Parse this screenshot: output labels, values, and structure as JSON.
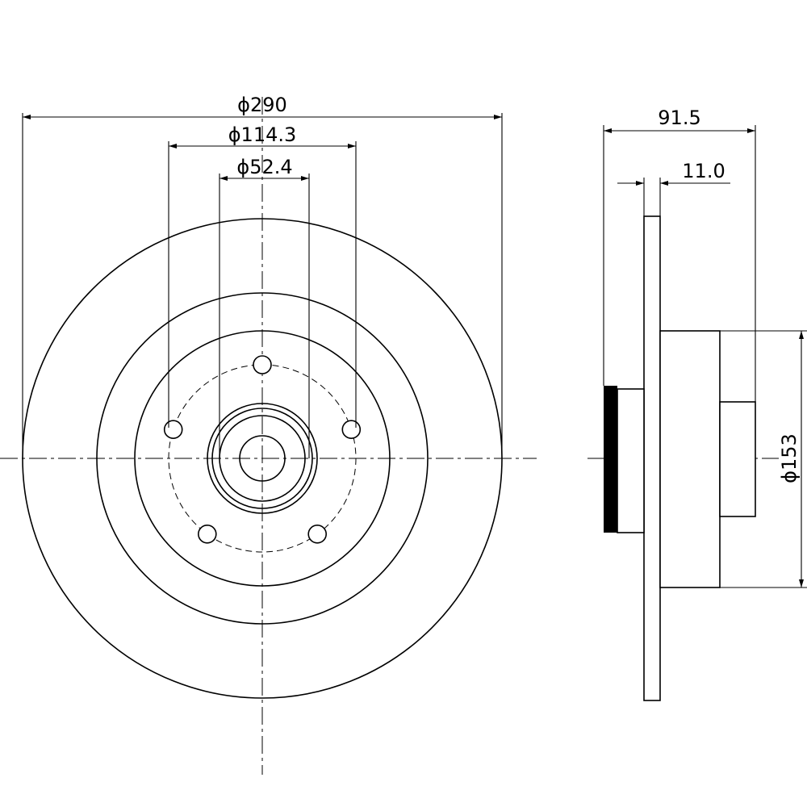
{
  "dimensions": {
    "outer_diameter": "ϕ290",
    "bolt_circle": "ϕ114.3",
    "center_bore": "ϕ52.4",
    "overall_height": "91.5",
    "disc_thickness": "11.0",
    "hub_diameter": "ϕ153"
  },
  "bolt_holes": 5,
  "views": [
    "front-view",
    "side-view"
  ]
}
